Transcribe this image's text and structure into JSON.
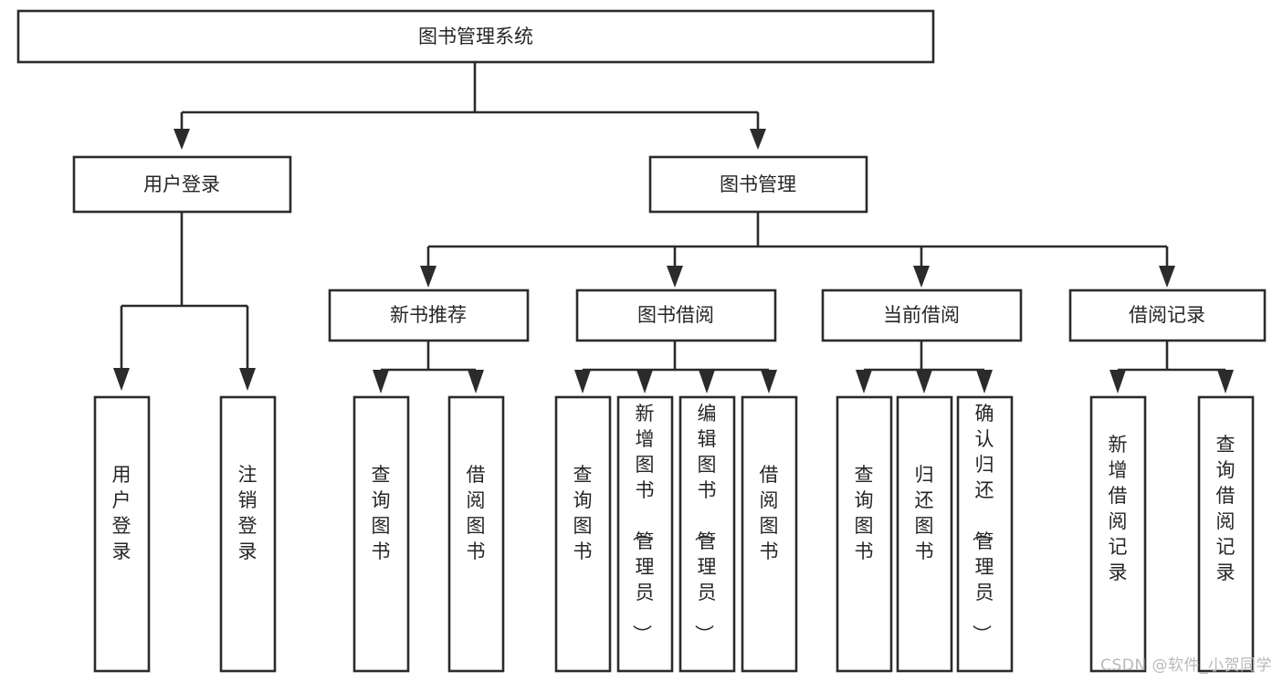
{
  "diagram": {
    "type": "tree-hierarchy",
    "title": "图书管理系统",
    "watermark": "CSDN @软件_小贺同学",
    "colors": {
      "background": "#ffffff",
      "box_fill": "#ffffff",
      "box_stroke": "#2b2b2b",
      "text": "#262626",
      "watermark": "#b9b9b9"
    },
    "root": {
      "label": "图书管理系统"
    },
    "level2": [
      {
        "label": "用户登录"
      },
      {
        "label": "图书管理"
      }
    ],
    "level3": [
      {
        "label": "新书推荐"
      },
      {
        "label": "图书借阅"
      },
      {
        "label": "当前借阅"
      },
      {
        "label": "借阅记录"
      }
    ],
    "leaves": {
      "user_login": [
        {
          "label": "用户登录"
        },
        {
          "label": "注销登录"
        }
      ],
      "new_book_recommend": [
        {
          "label": "查询图书"
        },
        {
          "label": "借阅图书"
        }
      ],
      "book_borrow": [
        {
          "label": "查询图书"
        },
        {
          "label": "新增图书（管理员）"
        },
        {
          "label": "编辑图书（管理员）"
        },
        {
          "label": "借阅图书"
        }
      ],
      "current_borrow": [
        {
          "label": "查询图书"
        },
        {
          "label": "归还图书"
        },
        {
          "label": "确认归还（管理员）"
        }
      ],
      "borrow_record": [
        {
          "label": "新增借阅记录"
        },
        {
          "label": "查询借阅记录"
        }
      ]
    }
  }
}
